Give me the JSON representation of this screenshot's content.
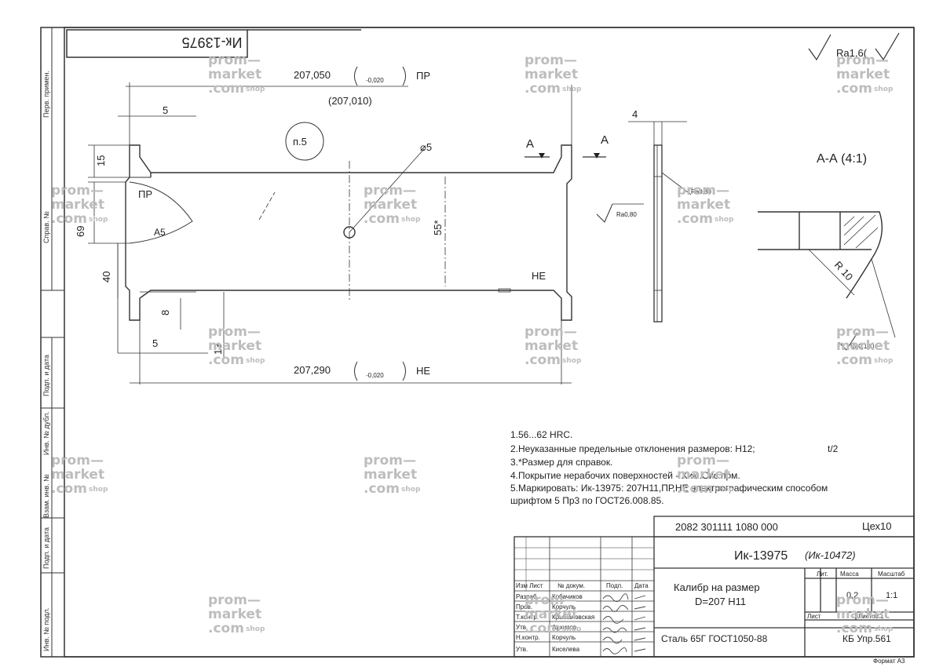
{
  "doc_code_rotated": "Ик-13975",
  "roughness_general": "Ra1,6(",
  "section_title": "А-А (4:1)",
  "section_marker": "А",
  "dims": {
    "top_nominal": "207,050",
    "top_dev": "-0,020",
    "top_tag": "ПР",
    "ref_size": "(207,010)",
    "bottom_nominal": "207,290",
    "bottom_dev": "-0,020",
    "bottom_tag": "НЕ",
    "d5_top": "5",
    "d15": "15",
    "d69": "69",
    "d40": "40",
    "d8": "8",
    "d5_bottom": "5",
    "d13": "13",
    "d4": "4",
    "radius": "R 10",
    "hole": "⌀5",
    "chamfer": "А5",
    "center": "55*",
    "note_ref": "п.5",
    "tag_pr": "ПР",
    "tag_ne": "НЕ"
  },
  "roughness_local": {
    "r1": "Ra0,80",
    "r2": "Ra0,80",
    "r3": "Ra0,100"
  },
  "notes": [
    "1.56...62 HRC.",
    "2.Неуказанные предельные отклонения размеров: Н12;",
    "3.*Размер для справок.",
    "4.Покрытие нерабочих поверхностей - Хим.Окс.прм.",
    "5.Маркировать: Ик-13975: 207Н11,ПР,НЕ  электрографическим способом",
    "шрифтом 5 Пр3 по ГОСТ26.008.85."
  ],
  "note2_tail": "t/2",
  "title_block": {
    "top_code": "2082 301111 1080 000",
    "shop": "Цех10",
    "doc_number": "Ик-13975",
    "doc_number_hand": "(Ик-10472)",
    "name_line1": "Калибр на размер",
    "name_line2": "D=207 Н11",
    "material": "Сталь 65Г ГОСТ1050-88",
    "org": "КБ  Упр.561",
    "col_lit": "Лит.",
    "col_mass": "Масса",
    "col_scale": "Масштаб",
    "mass": "0,2",
    "scale": "1:1",
    "sheet": "Лист",
    "sheets": "Листов 1",
    "hdr_change": "Изм Лист",
    "hdr_doc": "№ докум.",
    "hdr_sign": "Подп.",
    "hdr_date": "Дата",
    "roles": [
      "Разраб.",
      "Пров.",
      "Т.контр.",
      "Утв.",
      "Н.контр.",
      "Утв."
    ],
    "names": [
      "Кобачиков",
      "Корчуль",
      "Крыжановская",
      "Архипов",
      "Корчуль",
      "Киселева"
    ],
    "format": "Формат А3"
  },
  "side_labels": [
    "Перв. примен.",
    "Справ. №",
    "Подп. и дата",
    "Инв. № дубл.",
    "Взам. инв. №",
    "Подп. и дата",
    "Инв. № подл."
  ],
  "watermark": {
    "line1": "prom—",
    "line2": "market",
    "line3": ".com",
    "shop": "shop"
  }
}
